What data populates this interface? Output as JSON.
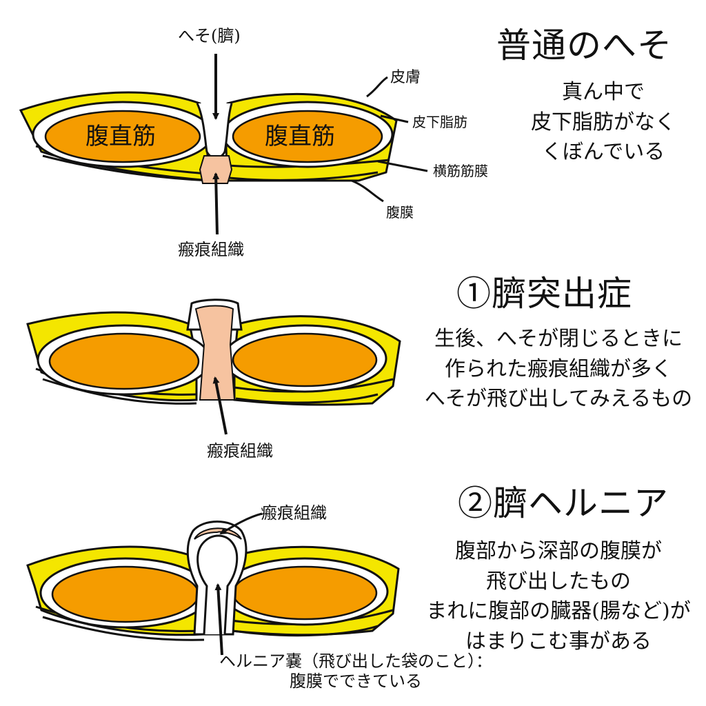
{
  "colors": {
    "fat": "#f4e600",
    "muscle": "#f59c00",
    "scar": "#f6c3a0",
    "outline": "#111111",
    "background": "#ffffff"
  },
  "section1": {
    "title": "普通のへそ",
    "desc": [
      "真ん中で",
      "皮下脂肪がなく",
      "くぼんでいる"
    ],
    "labels": {
      "navel": "へそ(臍)",
      "skin": "皮膚",
      "subcutaneous_fat": "皮下脂肪",
      "transversalis_fascia": "横筋筋膜",
      "peritoneum": "腹膜",
      "scar_tissue": "瘢痕組織",
      "muscle_left": "腹直筋",
      "muscle_right": "腹直筋"
    }
  },
  "section2": {
    "title": "①臍突出症",
    "desc": [
      "生後、へそが閉じるときに",
      "作られた瘢痕組織が多く",
      "へそが飛び出してみえるもの"
    ],
    "labels": {
      "scar_tissue": "瘢痕組織"
    }
  },
  "section3": {
    "title": "②臍ヘルニア",
    "desc": [
      "腹部から深部の腹膜が",
      "飛び出したもの",
      "まれに腹部の臓器(腸など)が",
      "はまりこむ事がある"
    ],
    "labels": {
      "scar_tissue": "瘢痕組織",
      "hernia_sac": [
        "ヘルニア嚢（飛び出した袋のこと）：",
        "腹膜でできている"
      ]
    }
  }
}
